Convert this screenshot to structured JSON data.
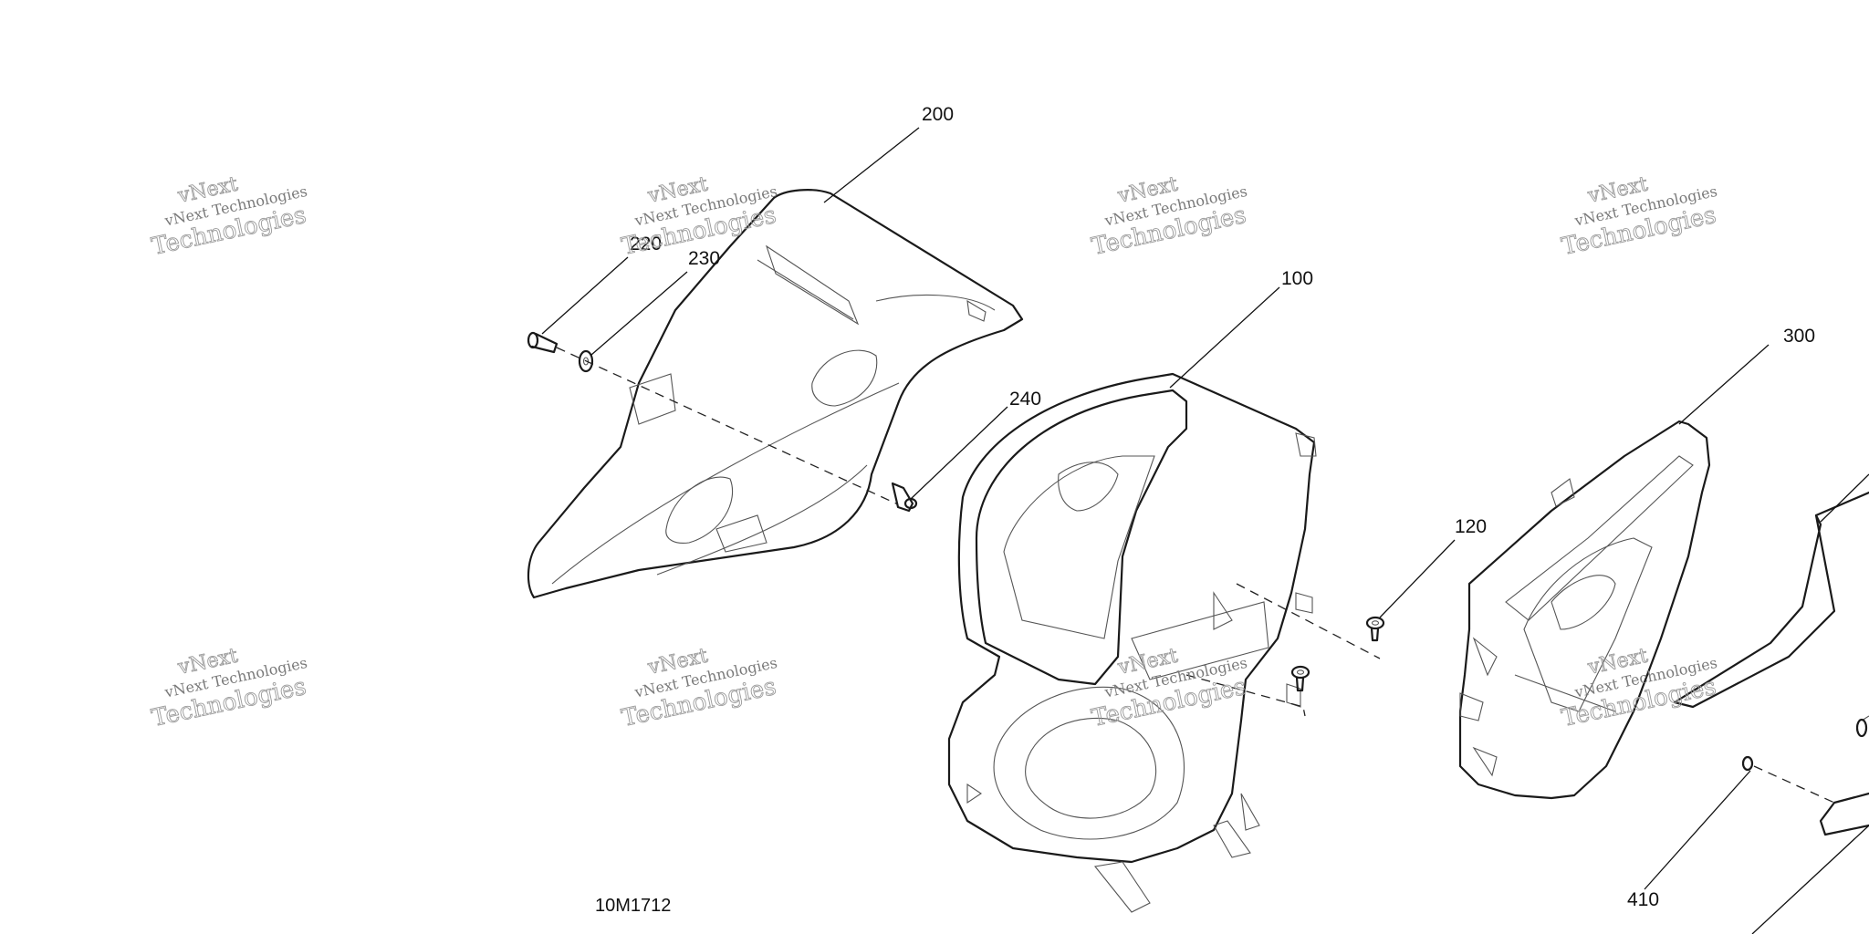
{
  "callouts": {
    "c200": "200",
    "c220": "220",
    "c230": "230",
    "c100": "100",
    "c240": "240",
    "c300": "300",
    "c120": "120",
    "c410": "410"
  },
  "watermark": {
    "line1": "vNext",
    "line2": "vNext Technologies",
    "line3": "Technologies"
  },
  "diagram_code": "10M1712"
}
